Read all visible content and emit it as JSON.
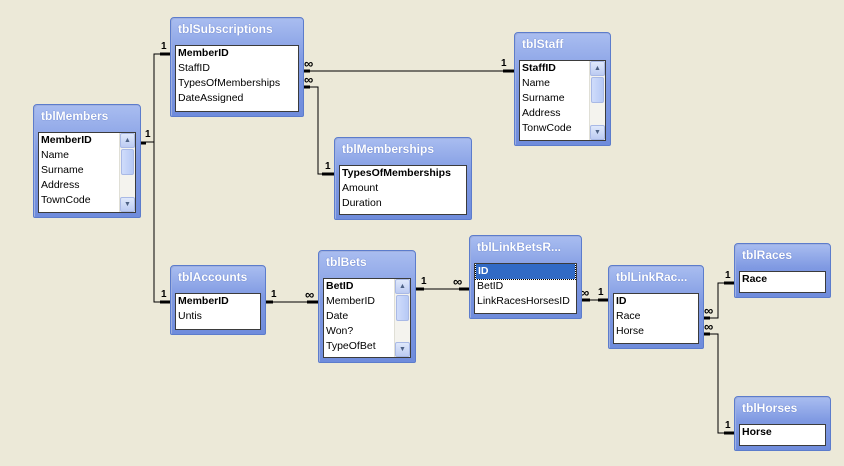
{
  "relationship_labels": {
    "one": "1",
    "many": "∞"
  },
  "tables": {
    "tblSubscriptions": {
      "title": "tblSubscriptions",
      "fields": [
        "MemberID",
        "StaffID",
        "TypesOfMemberships",
        "DateAssigned"
      ]
    },
    "tblStaff": {
      "title": "tblStaff",
      "fields": [
        "StaffID",
        "Name",
        "Surname",
        "Address",
        "TonwCode"
      ]
    },
    "tblMembers": {
      "title": "tblMembers",
      "fields": [
        "MemberID",
        "Name",
        "Surname",
        "Address",
        "TownCode"
      ]
    },
    "tblMemberships": {
      "title": "tblMemberships",
      "fields": [
        "TypesOfMemberships",
        "Amount",
        "Duration"
      ]
    },
    "tblAccounts": {
      "title": "tblAccounts",
      "fields": [
        "MemberID",
        "Untis"
      ]
    },
    "tblBets": {
      "title": "tblBets",
      "fields": [
        "BetID",
        "MemberID",
        "Date",
        "Won?",
        "TypeOfBet"
      ]
    },
    "tblLinkBetsRaces": {
      "title": "tblLinkBetsR...",
      "fields": [
        "ID",
        "BetID",
        "LinkRacesHorsesID"
      ]
    },
    "tblLinkRacesHorses": {
      "title": "tblLinkRac...",
      "fields": [
        "ID",
        "Race",
        "Horse"
      ]
    },
    "tblRaces": {
      "title": "tblRaces",
      "fields": [
        "Race"
      ]
    },
    "tblHorses": {
      "title": "tblHorses",
      "fields": [
        "Horse"
      ]
    }
  }
}
